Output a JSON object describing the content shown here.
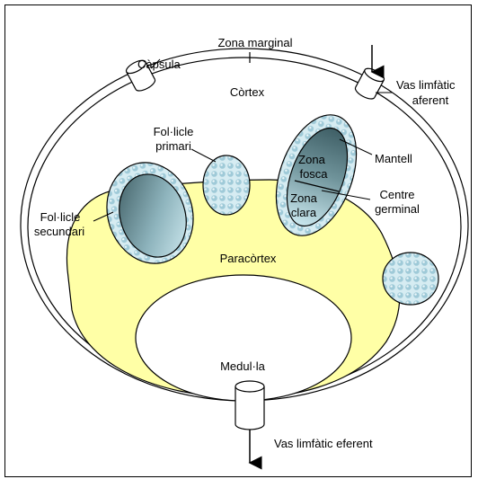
{
  "diagram": {
    "labels": {
      "zona_marginal": "Zona marginal",
      "capsula": "Càpsula",
      "cortex": "Còrtex",
      "vas_aferent_1": "Vas limfàtic",
      "vas_aferent_2": "aferent",
      "foll_primari_1": "Fol·licle",
      "foll_primari_2": "primari",
      "mantell": "Mantell",
      "zona_fosca_1": "Zona",
      "zona_fosca_2": "fosca",
      "zona_clara_1": "Zona",
      "zona_clara_2": "clara",
      "centre_1": "Centre",
      "centre_2": "germinal",
      "foll_secundari_1": "Fol·licle",
      "foll_secundari_2": "secundari",
      "paracortex": "Paracòrtex",
      "medulla": "Medul·la",
      "vas_eferent": "Vas limfàtic eferent"
    },
    "colors": {
      "paracortex_fill": "#FFFFA6",
      "follicle_fill": "#D6ECF2",
      "follicle_dots": "#9FCAD8",
      "germinal_dark": "#3F5F66",
      "germinal_light": "#C9E7EE",
      "stroke": "#000000"
    }
  }
}
